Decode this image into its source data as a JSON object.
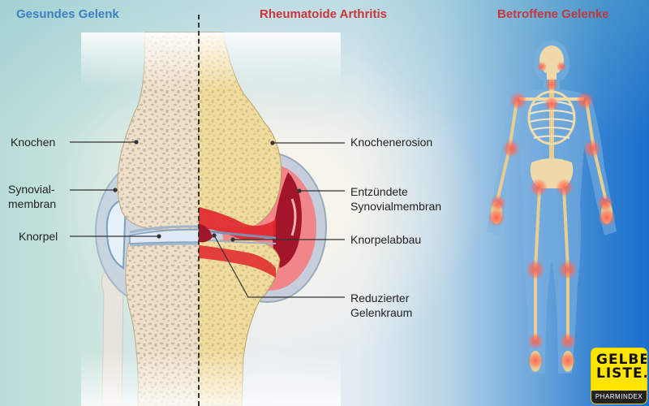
{
  "titles": {
    "healthy": "Gesundes Gelenk",
    "ra": "Rheumatoide Arthritis",
    "affected": "Betroffene Gelenke"
  },
  "colors": {
    "healthy_title": "#3b7fc4",
    "ra_title": "#c8363a",
    "affected_title": "#c0393d",
    "label_text": "#222222",
    "bone_healthy": "#eee0c8",
    "bone_ra": "#f1dca0",
    "inflammation": "#e0252a",
    "synovium_inflamed": "#a3162a",
    "synovial_membrane": "#b8cce0",
    "logo_yellow": "#ffe500"
  },
  "left_labels": [
    {
      "text": "Knochen"
    },
    {
      "text": "Synovial-\nmembran",
      "line1": "Synovial-",
      "line2": "membran"
    },
    {
      "text": "Knorpel"
    }
  ],
  "right_labels": [
    {
      "text": "Knochenerosion"
    },
    {
      "line1": "Entzündete",
      "line2": "Synovialmembran"
    },
    {
      "text": "Knorpelabbau"
    },
    {
      "line1": "Reduzierter",
      "line2": "Gelenkraum"
    }
  ],
  "skeleton": {
    "affected_joints": [
      "jaw",
      "neck",
      "shoulders",
      "sternum",
      "elbows",
      "wrists",
      "hands",
      "hips",
      "knees",
      "ankles",
      "feet"
    ]
  },
  "logo": {
    "line1": "GELBE",
    "line2": "LISTE.",
    "sub": "PHARMINDEX"
  }
}
